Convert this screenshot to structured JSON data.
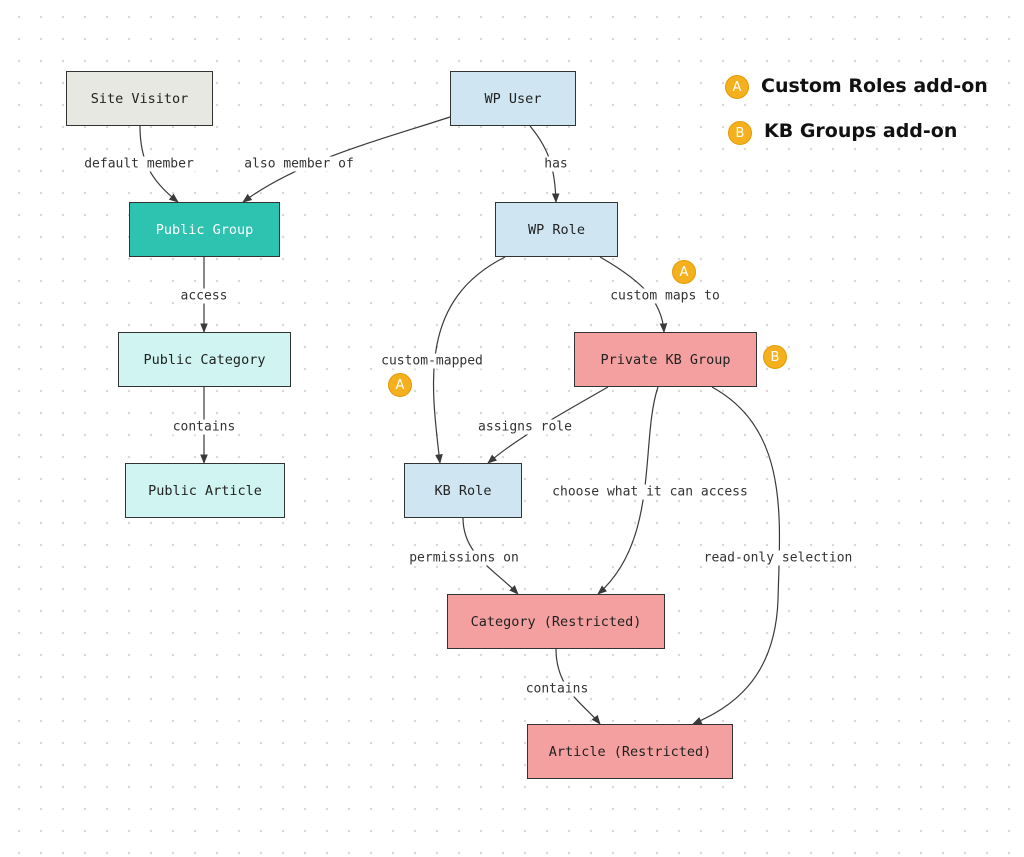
{
  "legend": {
    "items": [
      {
        "badge": "A",
        "label": "Custom Roles add-on"
      },
      {
        "badge": "B",
        "label": "KB Groups add-on"
      }
    ]
  },
  "nodes": {
    "site_visitor": "Site Visitor",
    "wp_user": "WP User",
    "public_group": "Public Group",
    "wp_role": "WP Role",
    "public_category": "Public Category",
    "private_kb_group": "Private KB Group",
    "public_article": "Public Article",
    "kb_role": "KB Role",
    "category_restricted": "Category (Restricted)",
    "article_restricted": "Article (Restricted)"
  },
  "edges": {
    "default_member": "default member",
    "also_member_of": "also member of",
    "has": "has",
    "access": "access",
    "custom_maps_to": "custom maps to",
    "custom_mapped": "custom-mapped",
    "contains_public": "contains",
    "assigns_role": "assigns role",
    "choose_what_it_can_access": "choose what it can access",
    "permissions_on": "permissions on",
    "read_only_selection": "read-only selection",
    "contains_restricted": "contains"
  },
  "badges": {
    "custom_maps_badge": "A",
    "custom_mapped_badge": "A",
    "private_group_badge": "B"
  },
  "colors": {
    "gray_node": "#e8e8e3",
    "blue_node": "#cfe6f2",
    "teal_node": "#2ec2b1",
    "mint_node": "#cff4f1",
    "red_node": "#f4a0a0",
    "badge": "#f5b01e"
  }
}
